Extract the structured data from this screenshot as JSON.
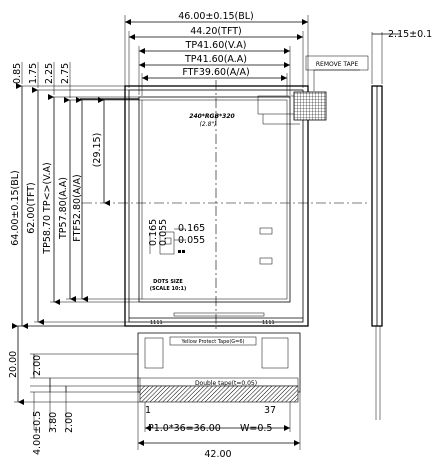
{
  "dimensions": {
    "top": {
      "outer_width": "46.00±0.15(BL)",
      "tft_width": "44.20(TFT)",
      "tp_va_width": "TP41.60(V.A)",
      "tp_aa_width": "TP41.60(A.A)",
      "ftf_aa_width": "FTF39.60(A/A)"
    },
    "top_small": [
      "0.85",
      "1.75",
      "2.25",
      "2.75"
    ],
    "left": {
      "outer_height": "64.00±0.15(BL)",
      "tft_height": "62.00(TFT)",
      "tp_va_height": "TP58.70 TP<>(V.A)",
      "tp_aa_height": "TP57.80(A.A)",
      "ftf_aa_height": "FTF52.80(A/A)"
    },
    "offset_29": "(29.15)",
    "detail_a": "0.165",
    "detail_b": "0.055",
    "detail_c": "0.165",
    "detail_d": "0.055",
    "bottom_left": {
      "fpc_length": "20.00",
      "fpc_gap": "2.00",
      "bottom_tol": "4.00±0.5",
      "pad_a": "3.80",
      "pad_b": "2.00"
    },
    "pitch": "P1.0*36=36.00",
    "pad_width": "W=0.5",
    "fpc_width": "42.00",
    "side_thickness": "2.15±0.1"
  },
  "labels": {
    "remove_tape": "REMOVE TAPE",
    "panel_model": "240*RGB*320",
    "panel_size": "(2.8\")",
    "dots_size": "DOTS SIZE",
    "scale": "(SCALE 10:1)",
    "yellow_tape": "Yellow Protect Tape(G=6)",
    "double_tape": "Double tape(t=0.05)",
    "pin_first": "1",
    "pin_last": "37",
    "fpc_mark_left": "1111",
    "fpc_mark_right": "1111"
  }
}
